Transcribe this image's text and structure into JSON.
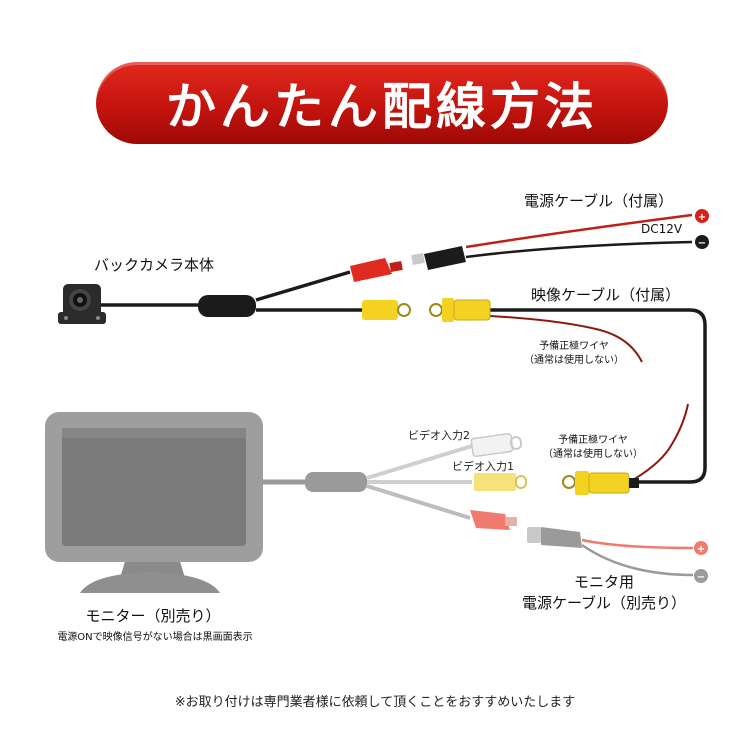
{
  "title": "かんたん配線方法",
  "labels": {
    "camera": "バックカメラ本体",
    "power_cable": "電源ケーブル（付属）",
    "dc12v": "DC12V",
    "video_cable": "映像ケーブル（付属）",
    "spare_wire_1": "予備正極ワイヤ",
    "spare_wire_1_note": "（通常は使用しない）",
    "spare_wire_2": "予備正極ワイヤ",
    "spare_wire_2_note": "（通常は使用しない）",
    "video_in_2": "ビデオ入力2",
    "video_in_1": "ビデオ入力1",
    "monitor_power_line1": "モニタ用",
    "monitor_power_line2": "電源ケーブル（別売り）",
    "monitor": "モニター（別売り）",
    "monitor_note": "電源ONで映像信号がない場合は黒画面表示",
    "footer": "※お取り付けは専門業者様に依頼して頂くことをおすすめいたします"
  },
  "terminals": {
    "plus": "+",
    "minus": "−"
  },
  "colors": {
    "banner_red": "#c4140e",
    "power_red": "#e0291f",
    "video_yellow": "#f3d222",
    "cable_black": "#1b1b1b",
    "wire_brown": "#8b1a10",
    "monitor_gray": "#9a9a9a",
    "faded_red": "#f07a6e",
    "faded_yellow": "#f5e27a"
  }
}
